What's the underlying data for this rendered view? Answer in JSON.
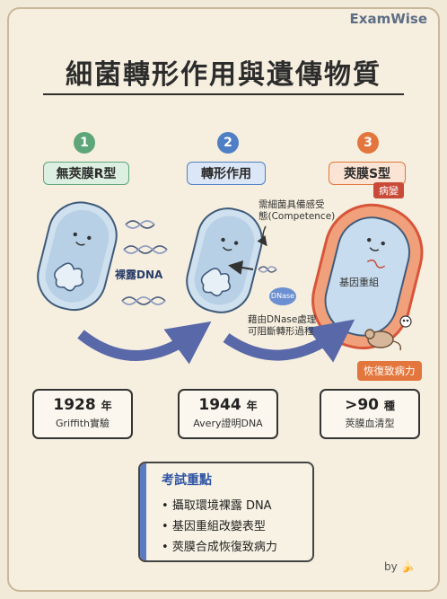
{
  "brand": "ExamWise",
  "title": "細菌轉形作用與遺傳物質",
  "steps": [
    {
      "number": "1",
      "label": "無莢膜R型",
      "note": "裸露DNA",
      "year": "1928",
      "unit": "年",
      "sub": "Griffith實驗"
    },
    {
      "number": "2",
      "label": "轉形作用",
      "note_top": "需細菌具備感受",
      "note_top2": "態(Competence)",
      "dnase": "DNase",
      "note_bottom": "藉由DNase處理",
      "note_bottom2": "可阻斷轉形過程",
      "year": "1944",
      "unit": "年",
      "sub": "Avery證明DNA"
    },
    {
      "number": "3",
      "label": "莢膜S型",
      "tag": "病變",
      "note": "基因重組",
      "mouse_note": "恢復致病力",
      "year": ">90",
      "unit": "種",
      "sub": "莢膜血清型"
    }
  ],
  "key": {
    "title": "考試重點",
    "items": [
      "攝取環境裸露 DNA",
      "基因重組改變表型",
      "莢膜合成恢復致病力"
    ]
  },
  "footer": "by",
  "colors": {
    "green": "#5fa57a",
    "blue": "#4f7fc4",
    "orange": "#e2763c",
    "red": "#c94a38",
    "arrow": "#5868a9"
  }
}
